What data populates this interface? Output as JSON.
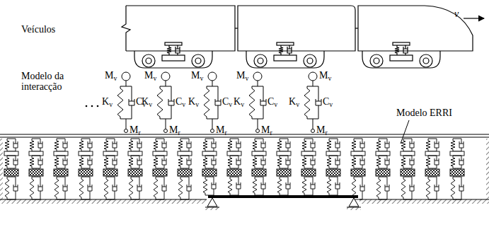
{
  "diagram": {
    "labels": [
      "Veículos",
      "v",
      "Modelo da interacção",
      "Mv",
      "Mv",
      "Mv",
      "Mv",
      "Mv",
      "Kv",
      "Kv",
      "Kv",
      "Kv",
      "Kv",
      "Cv",
      "Cv",
      "Cv",
      "Cv",
      "Cv",
      "Mr",
      "Mr",
      "Mr",
      "Mr",
      "Mr",
      "Modelo ERRI"
    ]
  }
}
